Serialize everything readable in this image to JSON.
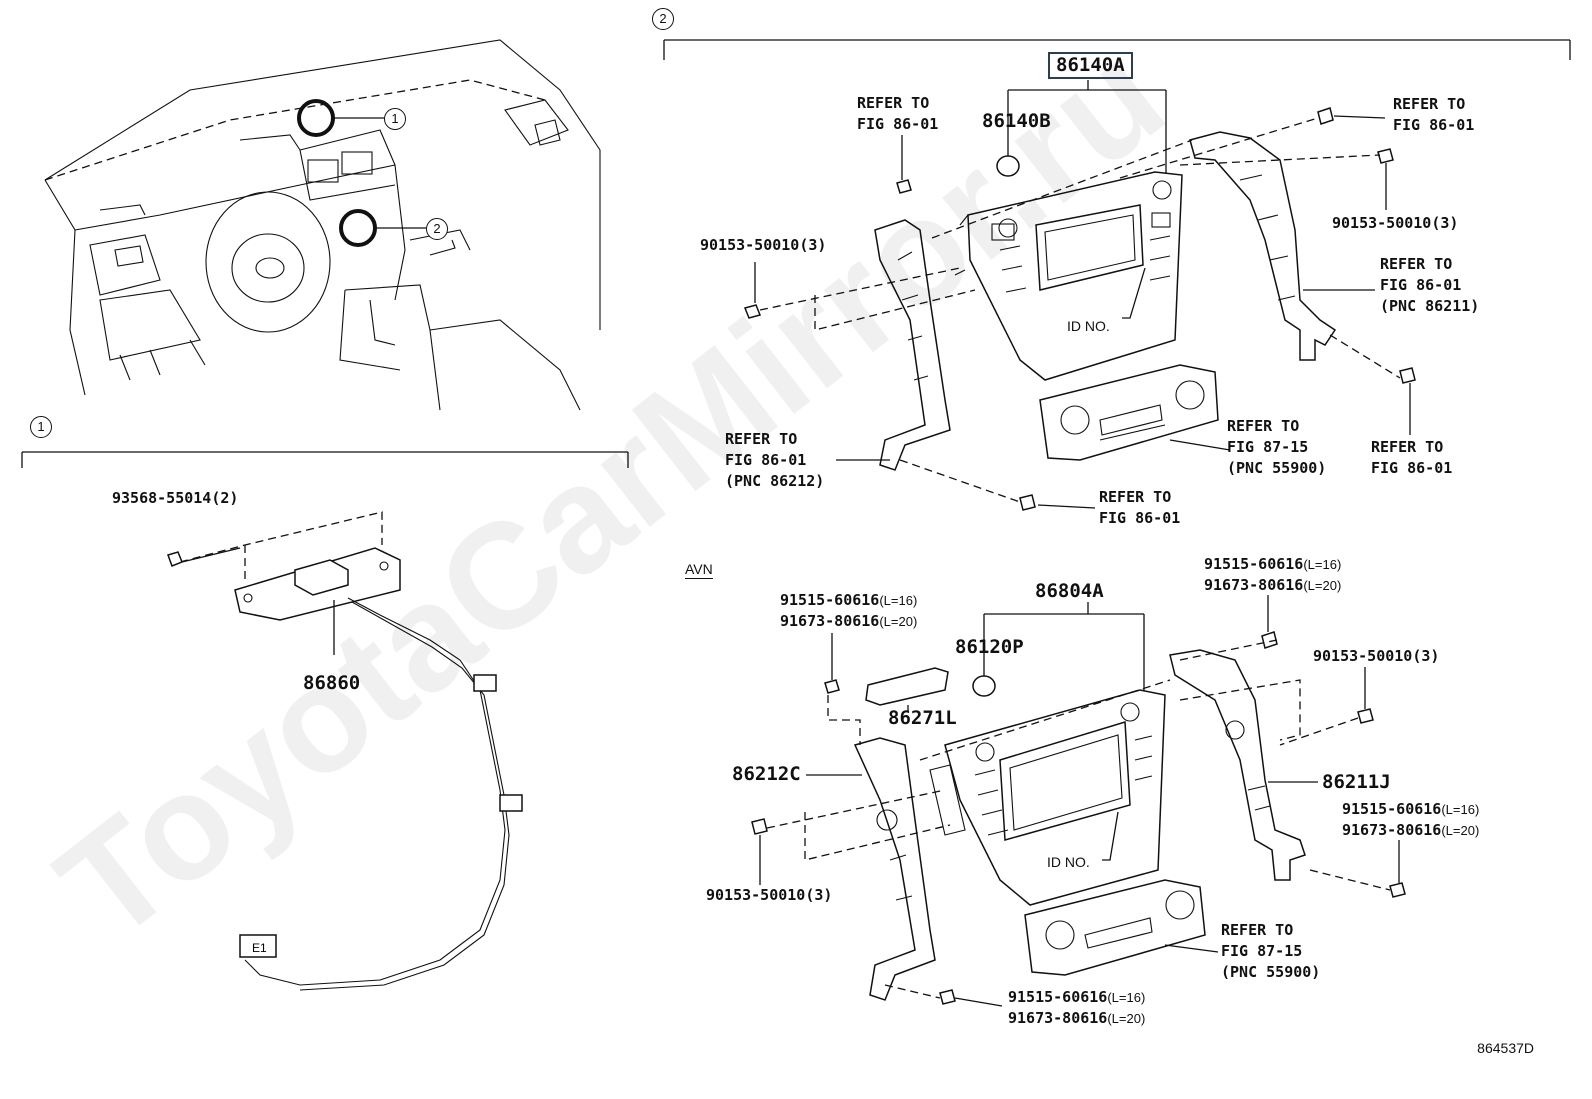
{
  "watermark": "ToyotaCarMirror.ru",
  "drawing_code": "864537D",
  "callouts": {
    "one": "1",
    "two": "2"
  },
  "section_one": {
    "bolt_part": "93568-55014(2)",
    "module_part": "86860"
  },
  "section_two": {
    "headunit_group": "86140A",
    "knob_part": "86140B",
    "id_no_upper": "ID NO.",
    "refer_upper_left": {
      "line1": "REFER TO",
      "line2": "FIG 86-01"
    },
    "refer_upper_right": {
      "line1": "REFER TO",
      "line2": "FIG 86-01"
    },
    "screw_upper_right": "90153-50010(3)",
    "screw_upper_left": "90153-50010(3)",
    "refer_bracket_right": {
      "line1": "REFER TO",
      "line2": "FIG 86-01",
      "line3": "(PNC 86211)"
    },
    "refer_bracket_left": {
      "line1": "REFER TO",
      "line2": "FIG 86-01",
      "line3": "(PNC 86212)"
    },
    "refer_climate_upper": {
      "line1": "REFER TO",
      "line2": "FIG 87-15",
      "line3": "(PNC 55900)"
    },
    "refer_screw_right": {
      "line1": "REFER TO",
      "line2": "FIG 86-01"
    },
    "refer_screw_bottom": {
      "line1": "REFER TO",
      "line2": "FIG 86-01"
    },
    "avn_label": "AVN",
    "avn": {
      "group": "86804A",
      "knob_part": "86120P",
      "bracket_small": "86271L",
      "bracket_left": "86212C",
      "bracket_right": "86211J",
      "id_no": "ID NO.",
      "screw_top_right_a": "91515-60616",
      "screw_top_right_a_len": "(L=16)",
      "screw_top_right_b": "91673-80616",
      "screw_top_right_b_len": "(L=20)",
      "screw_top_left_a": "91515-60616",
      "screw_top_left_a_len": "(L=16)",
      "screw_top_left_b": "91673-80616",
      "screw_top_left_b_len": "(L=20)",
      "screw_right_main": "90153-50010(3)",
      "screw_right_a": "91515-60616",
      "screw_right_a_len": "(L=16)",
      "screw_right_b": "91673-80616",
      "screw_right_b_len": "(L=20)",
      "screw_left_main": "90153-50010(3)",
      "screw_bottom_a": "91515-60616",
      "screw_bottom_a_len": "(L=16)",
      "screw_bottom_b": "91673-80616",
      "screw_bottom_b_len": "(L=20)",
      "refer_climate": {
        "line1": "REFER TO",
        "line2": "FIG 87-15",
        "line3": "(PNC 55900)"
      }
    }
  }
}
